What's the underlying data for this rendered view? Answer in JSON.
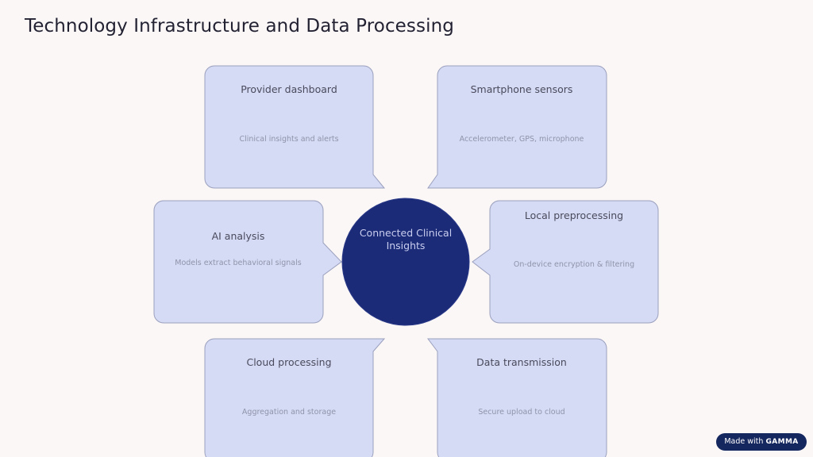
{
  "title": "Technology Infrastructure and Data Processing",
  "hub": {
    "label": "Connected Clinical Insights",
    "color": "#1b2b78"
  },
  "cards": [
    {
      "id": "provider",
      "title": "Provider dashboard",
      "desc": "Clinical insights and alerts"
    },
    {
      "id": "sensors",
      "title": "Smartphone sensors",
      "desc": "Accelerometer, GPS, microphone"
    },
    {
      "id": "ai",
      "title": "AI analysis",
      "desc": "Models extract behavioral signals"
    },
    {
      "id": "local",
      "title": "Local preprocessing",
      "desc": "On-device encryption & filtering"
    },
    {
      "id": "cloud",
      "title": "Cloud processing",
      "desc": "Aggregation and storage"
    },
    {
      "id": "transmission",
      "title": "Data transmission",
      "desc": "Secure upload to cloud"
    }
  ],
  "colors": {
    "card_fill": "#d5dbf5",
    "card_stroke": "#9aa0bd",
    "background": "#fcf7f7"
  },
  "badge": {
    "prefix": "Made with",
    "brand": "GAMMA"
  }
}
